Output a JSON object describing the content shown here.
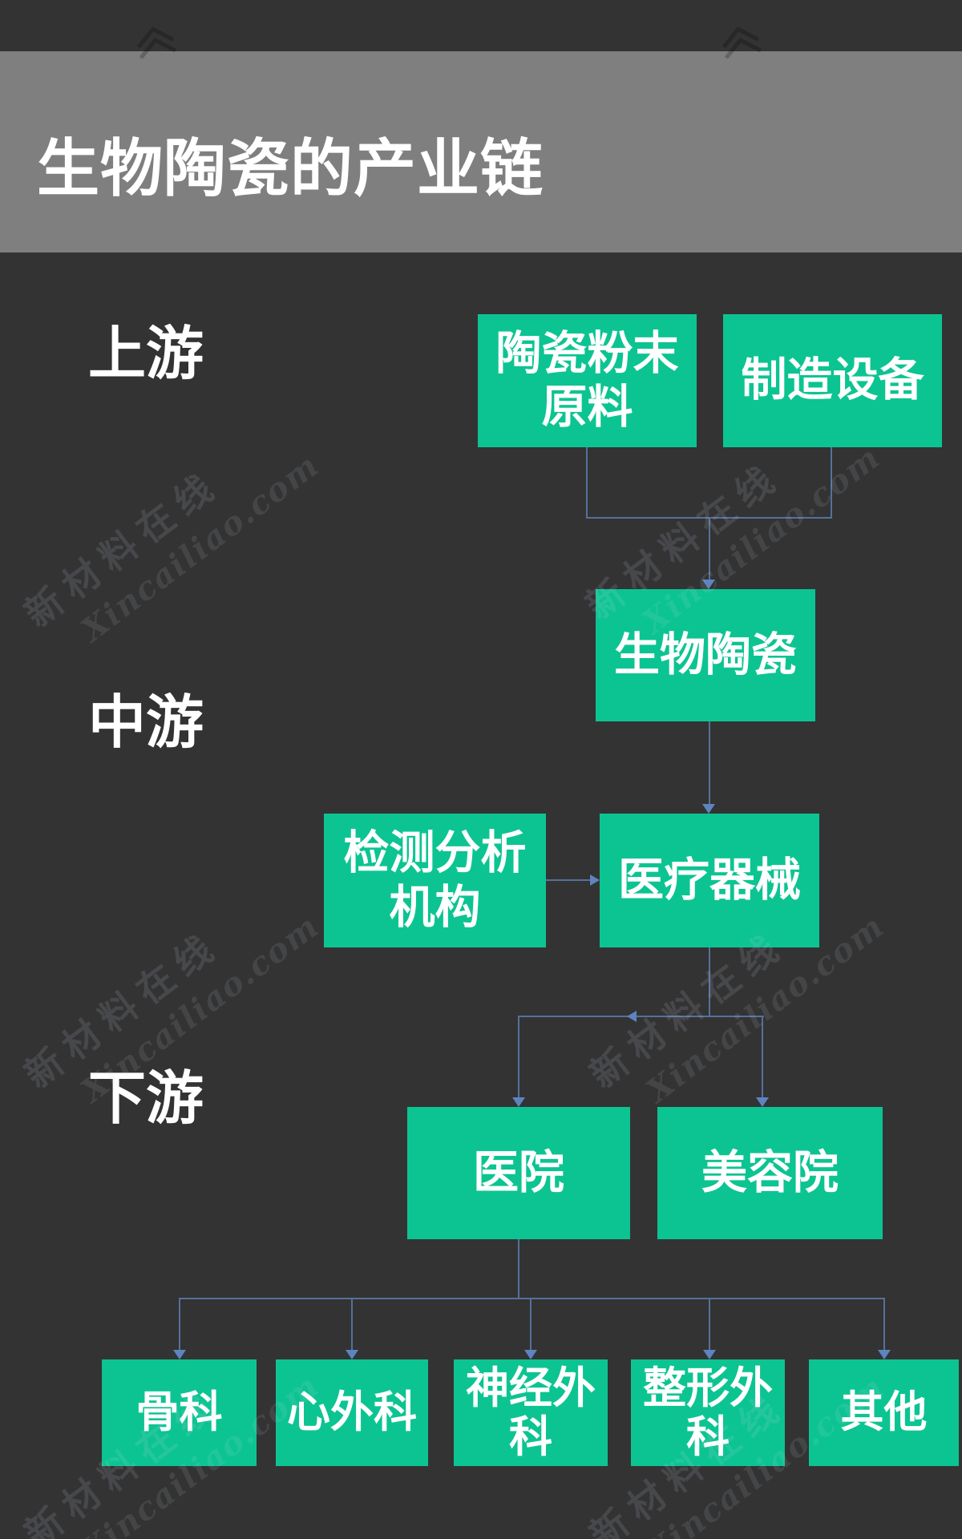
{
  "slide": {
    "title": "生物陶瓷的产业链"
  },
  "stages": {
    "upstream": "上游",
    "midstream": "中游",
    "downstream": "下游"
  },
  "nodes": {
    "ceramic_powder": "陶瓷粉末\n原料",
    "equipment": "制造设备",
    "bioceramics": "生物陶瓷",
    "testing": "检测分析\n机构",
    "medical_devices": "医疗器械",
    "hospital": "医院",
    "beauty_salon": "美容院",
    "orthopedics": "骨科",
    "cardiac_surgery": "心外科",
    "neurosurgery": "神经外\n科",
    "plastic_surgery": "整形外\n科",
    "others": "其他"
  },
  "edges": [
    {
      "from": "ceramic_powder",
      "to": "bioceramics"
    },
    {
      "from": "equipment",
      "to": "bioceramics"
    },
    {
      "from": "bioceramics",
      "to": "medical_devices"
    },
    {
      "from": "testing",
      "to": "medical_devices"
    },
    {
      "from": "medical_devices",
      "to": "hospital"
    },
    {
      "from": "medical_devices",
      "to": "beauty_salon"
    },
    {
      "from": "hospital",
      "to": "orthopedics"
    },
    {
      "from": "hospital",
      "to": "cardiac_surgery"
    },
    {
      "from": "hospital",
      "to": "neurosurgery"
    },
    {
      "from": "hospital",
      "to": "plastic_surgery"
    },
    {
      "from": "hospital",
      "to": "others"
    }
  ],
  "watermark": {
    "line1": "新材料在线",
    "line2": "Xincailiao.com"
  },
  "colors": {
    "background": "#333333",
    "header_band": "#7f7f7f",
    "node_green": "#0cc492",
    "text": "#ffffff",
    "connector_line": "#54719b",
    "arrowhead": "#5d84bf"
  }
}
